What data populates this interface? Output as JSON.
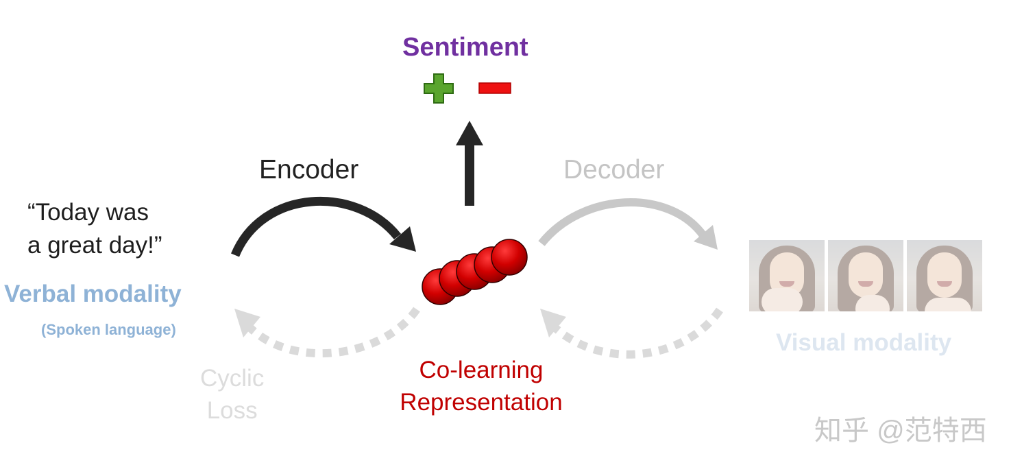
{
  "header": {
    "title": "Sentiment"
  },
  "labels": {
    "encoder": "Encoder",
    "decoder": "Decoder",
    "quote_line1": "“Today was",
    "quote_line2": "a great day!”",
    "verbal_modality": "Verbal modality",
    "verbal_sub": "(Spoken language)",
    "cyclic_line1": "Cyclic",
    "cyclic_line2": "Loss",
    "colearning_line1": "Co-learning",
    "colearning_line2": "Representation",
    "visual_modality": "Visual modality",
    "watermark": "知乎 @范特西"
  },
  "icons": {
    "positive": "plus-icon",
    "negative": "minus-icon",
    "up_arrow": "arrow-up-icon",
    "representation": "stacked-circles"
  },
  "colors": {
    "sentiment": "#7030a0",
    "positive": "#5aa52e",
    "negative": "#ee1111",
    "encoder_arrow": "#262626",
    "decoder_arrow": "#c8c8c8",
    "cyclic_arrow": "#dadada",
    "representation": "#cc0000",
    "verbal": "#8eb2d6",
    "colearning_text": "#c00000",
    "visual": "#dde6f0"
  },
  "representation_circle_count": 5,
  "video_frame_count": 3
}
